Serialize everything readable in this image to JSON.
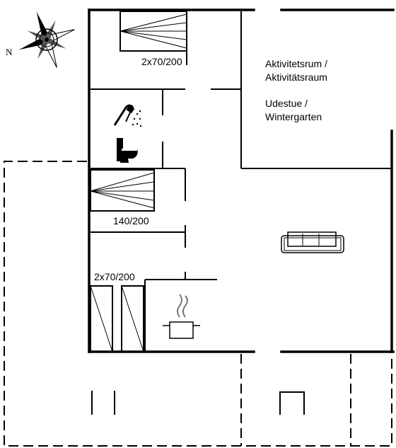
{
  "compass": {
    "north_label": "N"
  },
  "rooms": {
    "activity_room": {
      "line1": "Aktivitetsrum /",
      "line2": "Aktivitätsraum"
    },
    "sunroom": {
      "line1": "Udestue /",
      "line2": "Wintergarten"
    }
  },
  "beds": {
    "top": "2x70/200",
    "middle": "140/200",
    "bottom": "2x70/200"
  },
  "icons": {
    "shower": "shower-icon",
    "toilet": "toilet-icon",
    "sofa": "sofa-icon",
    "cooking_pot": "cooking-pot-icon",
    "compass": "compass-rose-icon"
  }
}
